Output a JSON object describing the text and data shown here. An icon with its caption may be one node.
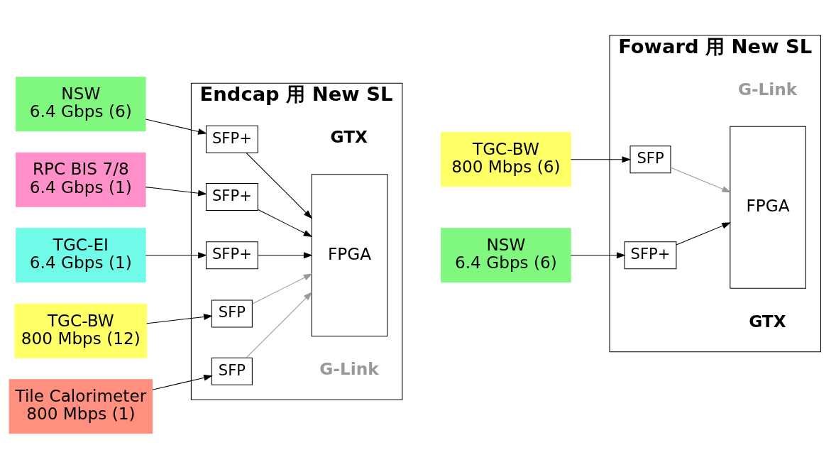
{
  "diagram": {
    "nodes": [
      {
        "text": [
          "Endcap 用 New SL"
        ]
      },
      {
        "text": [
          "NSW",
          "6.4 Gbps (6)"
        ]
      },
      {
        "text": [
          "SFP+"
        ],
        "in": 0
      },
      {
        "text": [
          "RPC BIS 7/8",
          "6.4 Gbps (1)"
        ]
      },
      {
        "text": [
          "SFP+"
        ],
        "in": 0
      },
      {
        "text": [
          "TGC-EI",
          "6.4 Gbps (1)"
        ]
      },
      {
        "text": [
          "SFP+"
        ],
        "in": 0
      },
      {
        "text": [
          "TGC-BW",
          "800 Mbps (12)"
        ]
      },
      {
        "text": [
          "SFP"
        ],
        "in": 0
      },
      {
        "text": [
          "Tile Calorimeter",
          "800 Mbps (1)"
        ]
      },
      {
        "text": [
          "SFP"
        ],
        "in": 0
      },
      {
        "text": [
          "FPGA"
        ],
        "in": 0
      },
      {
        "text": [
          "Foward 用 New SL"
        ]
      },
      {
        "text": [
          "NSW",
          "6.4 Gbps (6)"
        ]
      },
      {
        "text": [
          "SFP+"
        ],
        "in": 12
      },
      {
        "text": [
          "TGC-BW",
          "800 Mbps (6)"
        ]
      },
      {
        "text": [
          "SFP"
        ],
        "in": 12
      },
      {
        "text": [
          "FPGA"
        ],
        "in": 12
      }
    ],
    "edges": [
      {
        "from": 1,
        "to": 2,
        "arrow": "to"
      },
      {
        "from": 3,
        "to": 4,
        "arrow": "to"
      },
      {
        "from": 5,
        "to": 6,
        "arrow": "to"
      },
      {
        "from": 7,
        "to": 8,
        "arrow": "to"
      },
      {
        "from": 9,
        "to": 10,
        "arrow": "to"
      },
      {
        "from": 2,
        "to": 11,
        "arrow": "to"
      },
      {
        "from": 4,
        "to": 11,
        "arrow": "to"
      },
      {
        "from": 6,
        "to": 11,
        "arrow": "to"
      },
      {
        "from": 8,
        "to": 11,
        "arrow": "to",
        "color": "#999999"
      },
      {
        "from": 10,
        "to": 11,
        "arrow": "to",
        "color": "#999999"
      },
      {
        "from": 13,
        "to": 14,
        "arrow": "to"
      },
      {
        "from": 15,
        "to": 16,
        "arrow": "to"
      },
      {
        "from": 14,
        "to": 17,
        "arrow": "to"
      },
      {
        "from": 16,
        "to": 17,
        "arrow": "to",
        "color": "#999999"
      }
    ],
    "labels": [
      "GTX",
      "G-Link",
      "GTX",
      "G-Link"
    ]
  }
}
